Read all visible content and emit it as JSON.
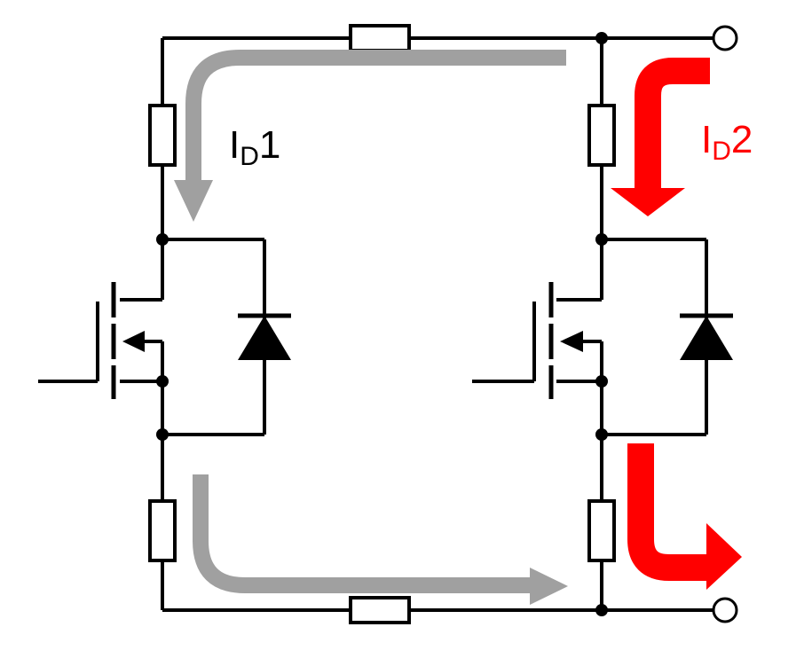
{
  "labels": {
    "current1": {
      "main": "I",
      "sub": "D",
      "tail": "1"
    },
    "current2": {
      "main": "I",
      "sub": "D",
      "tail": "2"
    }
  },
  "colors": {
    "wire": "#000000",
    "current1_arrow": "#a0a0a0",
    "current2_arrow": "#ff0000",
    "current1_text": "#000000",
    "current2_text": "#ff0000"
  }
}
